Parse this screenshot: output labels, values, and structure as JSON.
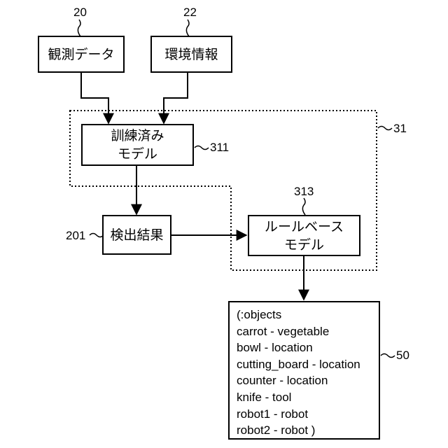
{
  "nodes": {
    "observation": {
      "label": "観測データ",
      "ref": "20"
    },
    "environment": {
      "label": "環境情報",
      "ref": "22"
    },
    "trained_model": {
      "line1": "訓練済み",
      "line2": "モデル",
      "ref": "311"
    },
    "detection": {
      "label": "検出結果",
      "ref": "201"
    },
    "rule_model": {
      "line1": "ルールベース",
      "line2": "モデル",
      "ref": "313"
    },
    "group_ref": "31",
    "objects_ref": "50"
  },
  "objects_list": [
    "(:objects",
    "carrot - vegetable",
    "bowl - location",
    "cutting_board - location",
    "counter - location",
    "knife - tool",
    "robot1 - robot",
    "robot2 - robot )"
  ]
}
